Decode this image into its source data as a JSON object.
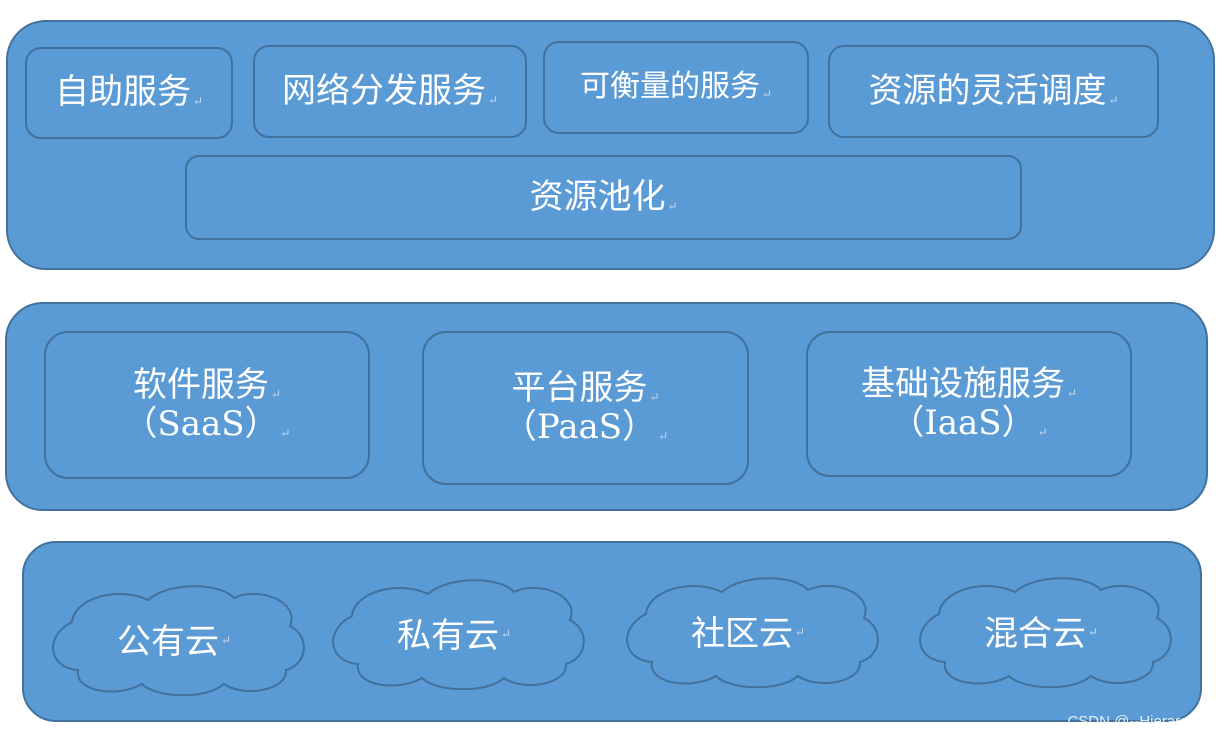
{
  "colors": {
    "fill": "#5B9BD5",
    "stroke": "#41719C",
    "text": "#FFFFFF"
  },
  "characteristics": {
    "items": [
      "自助服务",
      "网络分发服务",
      "可衡量的服务",
      "资源的灵活调度"
    ],
    "pooling": "资源池化"
  },
  "services": [
    {
      "name": "软件服务",
      "abbr": "（SaaS）"
    },
    {
      "name": "平台服务",
      "abbr": "（PaaS）"
    },
    {
      "name": "基础设施服务",
      "abbr": "（IaaS）"
    }
  ],
  "deployments": [
    "公有云",
    "私有云",
    "社区云",
    "混合云"
  ],
  "paragraph_mark": "↵",
  "watermark": "CSDN @--Hierarch--"
}
